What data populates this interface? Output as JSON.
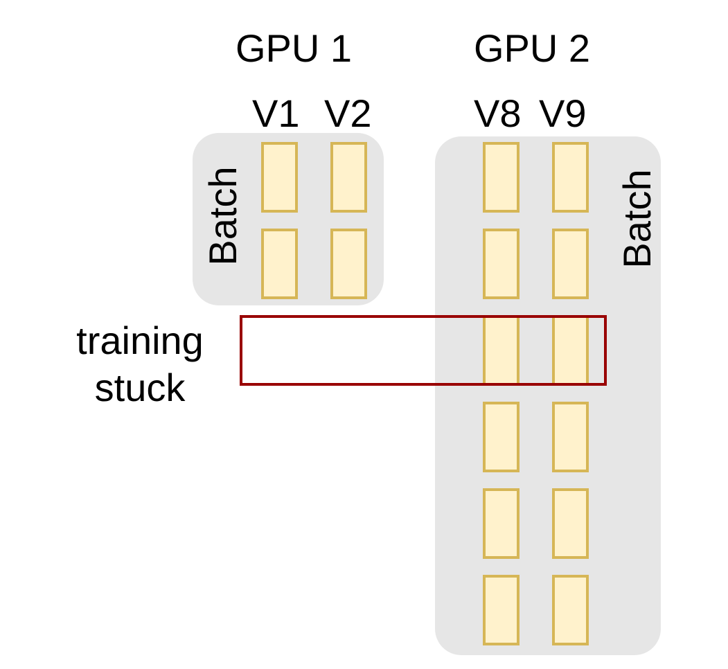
{
  "colors": {
    "panel_fill": "#e6e6e6",
    "cell_fill": "#fff2cc",
    "cell_stroke": "#d6b656",
    "highlight_stroke": "#990000",
    "text": "#000000"
  },
  "gpus": [
    {
      "title": "GPU 1",
      "columns": [
        "V1",
        "V2"
      ],
      "batch_label": "Batch",
      "rows": 2
    },
    {
      "title": "GPU 2",
      "columns": [
        "V8",
        "V9"
      ],
      "batch_label": "Batch",
      "rows": 6
    }
  ],
  "annotation": {
    "lines": [
      "training",
      "stuck"
    ]
  }
}
